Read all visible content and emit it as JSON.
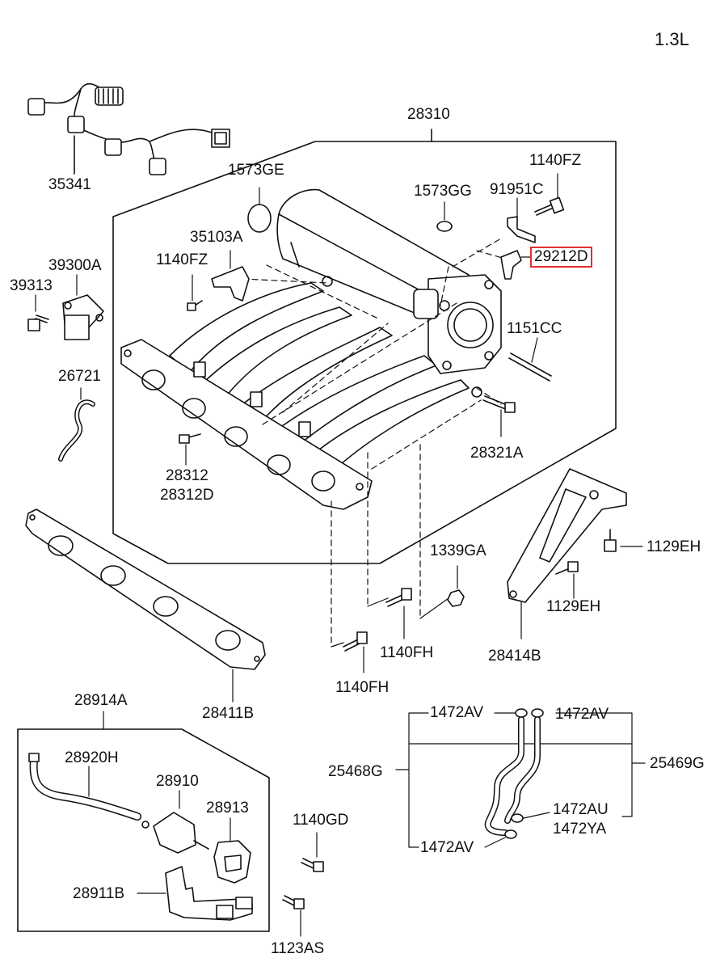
{
  "engine": "1.3L",
  "labels": {
    "p28310": "28310",
    "p35341": "35341",
    "p1573GE": "1573GE",
    "p1573GG": "1573GG",
    "p91951C": "91951C",
    "p1140FZ_top": "1140FZ",
    "p29212D": "29212D",
    "p35103A": "35103A",
    "p1140FZ_left": "1140FZ",
    "p39300A": "39300A",
    "p39313": "39313",
    "p1151CC": "1151CC",
    "p26721": "26721",
    "p28312": "28312",
    "p28312D": "28312D",
    "p28321A": "28321A",
    "p1129EH_right": "1129EH",
    "p1129EH_lower": "1129EH",
    "p1339GA": "1339GA",
    "p1140FH_upper": "1140FH",
    "p1140FH_lower": "1140FH",
    "p28414B": "28414B",
    "p28411B": "28411B",
    "p28914A": "28914A",
    "p28920H": "28920H",
    "p28910": "28910",
    "p28913": "28913",
    "p28911B": "28911B",
    "p1140GD": "1140GD",
    "p1123AS": "1123AS",
    "p1472AV_a": "1472AV",
    "p1472AV_b": "1472AV",
    "p1472AV_c": "1472AV",
    "p25468G": "25468G",
    "p25469G": "25469G",
    "p1472AU": "1472AU",
    "p1472YA": "1472YA"
  },
  "highlight_color": "#e03030"
}
